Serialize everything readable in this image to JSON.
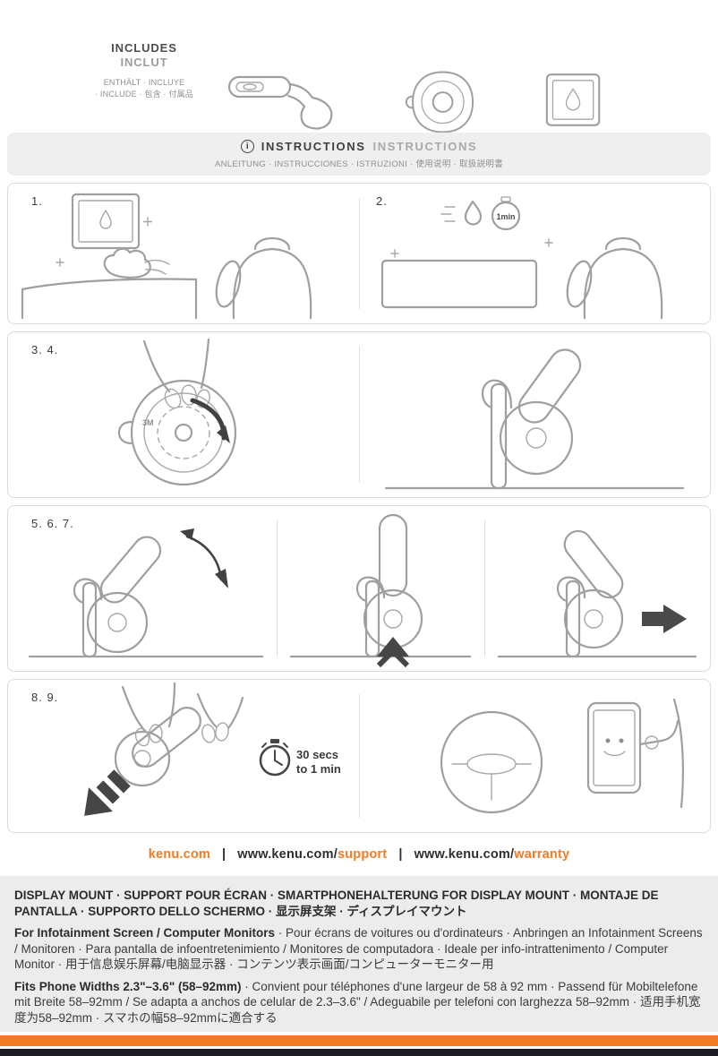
{
  "colors": {
    "accent_orange": "#F07C24",
    "footer_dark": "#1D1C22",
    "panel_border": "#DBDBDB",
    "header_bg": "#EFEFEF",
    "bottom_bg": "#ECECEC"
  },
  "includes": {
    "title_primary": "INCLUDES",
    "title_secondary": "INCLUT",
    "subtitle_line1": "ENTHÄLT · INCLUYE",
    "subtitle_line2": "· INCLUDE · 包含 · 付属品"
  },
  "instructions_header": {
    "info_glyph": "i",
    "title_primary": "INSTRUCTIONS",
    "title_secondary": "INSTRUCTIONS",
    "subtitle": "ANLEITUNG · INSTRUCCIONES · ISTRUZIONI · 使用说明 · 取扱説明書"
  },
  "steps": {
    "step1_label": "1.",
    "step2_label": "2.",
    "step34_label": "3. 4.",
    "step567_label": "5. 6. 7.",
    "step89_label": "8. 9.",
    "timer_1min": "1min",
    "adhesive_label": "3M",
    "timer_30secs_line1": "30 secs",
    "timer_30secs_line2": "to 1 min"
  },
  "links": {
    "home": "kenu.com",
    "separator": "|",
    "support_prefix": "www.kenu.com/",
    "support_accent": "support",
    "warranty_prefix": "www.kenu.com/",
    "warranty_accent": "warranty"
  },
  "bottom": {
    "p1": "DISPLAY MOUNT · SUPPORT POUR ÉCRAN · SMARTPHONEHALTERUNG FOR DISPLAY MOUNT · MONTAJE DE PANTALLA · SUPPORTO DELLO SCHERMO · 显示屏支架 · ディスプレイマウント",
    "p2_lead": "For Infotainment Screen / Computer Monitors",
    "p2_rest": " · Pour écrans de voitures ou d'ordinateurs · Anbringen an Infotainment Screens / Monitoren · Para pantalla de infoentretenimiento / Monitores de computadora · Ideale per info-intrattenimento / Computer Monitor · 用于信息娱乐屏幕/电脑显示器 · コンテンツ表示画面/コンピューターモニター用",
    "p3_lead": "Fits Phone Widths 2.3\"–3.6\" (58–92mm)",
    "p3_rest": " · Convient pour téléphones d'une largeur de 58 à 92 mm · Passend für Mobiltelefone mit Breite 58–92mm / Se adapta a anchos de celular de 2.3–3.6\" / Adeguabile per telefoni con larghezza 58–92mm · 适用手机宽度为58–92mm · スマホの幅58–92mmに適合する"
  }
}
